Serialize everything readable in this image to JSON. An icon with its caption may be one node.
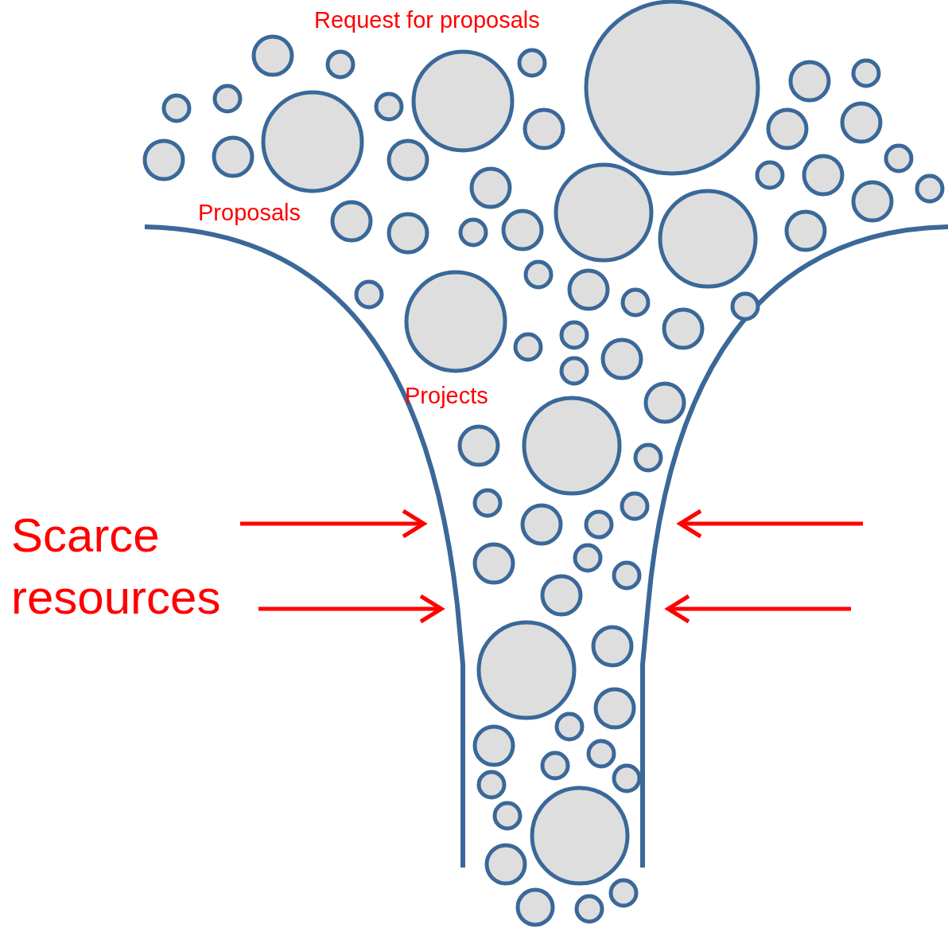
{
  "diagram": {
    "labels": [
      "Request for proposals",
      "Proposals",
      "Projects",
      "Scarce resources"
    ]
  }
}
